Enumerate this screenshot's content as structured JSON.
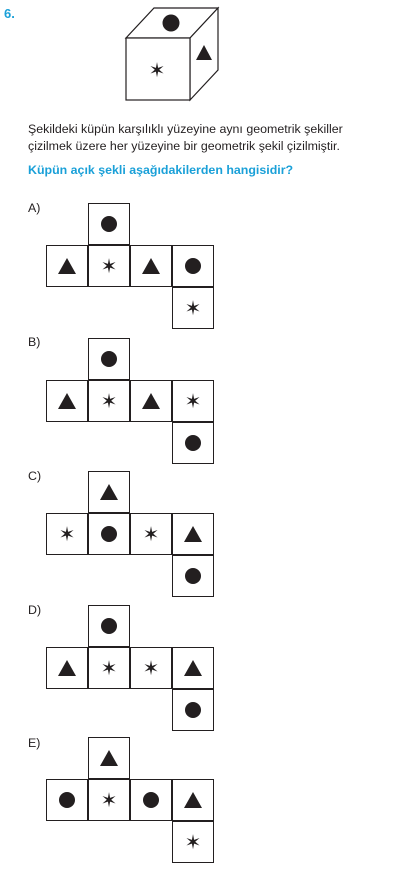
{
  "question_number": "6.",
  "cube": {
    "top": "circle",
    "front": "star",
    "right": "triangle"
  },
  "paragraph": {
    "line1": "Şekildeki küpün karşılıklı yüzeyine aynı geometrik şekiller",
    "line2": "çizilmek üzere her yüzeyine bir geometrik şekil çizilmiştir."
  },
  "question_text": "Küpün açık şekli aşağıdakilerden hangisidir?",
  "star_glyph": "✶",
  "options": [
    {
      "label": "A)",
      "top": "circle",
      "row": [
        "triangle",
        "star",
        "triangle",
        "circle"
      ],
      "bottom": "star"
    },
    {
      "label": "B)",
      "top": "circle",
      "row": [
        "triangle",
        "star",
        "triangle",
        "star"
      ],
      "bottom": "circle"
    },
    {
      "label": "C)",
      "top": "triangle",
      "row": [
        "star",
        "circle",
        "star",
        "triangle"
      ],
      "bottom": "circle"
    },
    {
      "label": "D)",
      "top": "circle",
      "row": [
        "triangle",
        "star",
        "star",
        "triangle"
      ],
      "bottom": "circle"
    },
    {
      "label": "E)",
      "top": "triangle",
      "row": [
        "circle",
        "star",
        "circle",
        "triangle"
      ],
      "bottom": "star"
    }
  ]
}
